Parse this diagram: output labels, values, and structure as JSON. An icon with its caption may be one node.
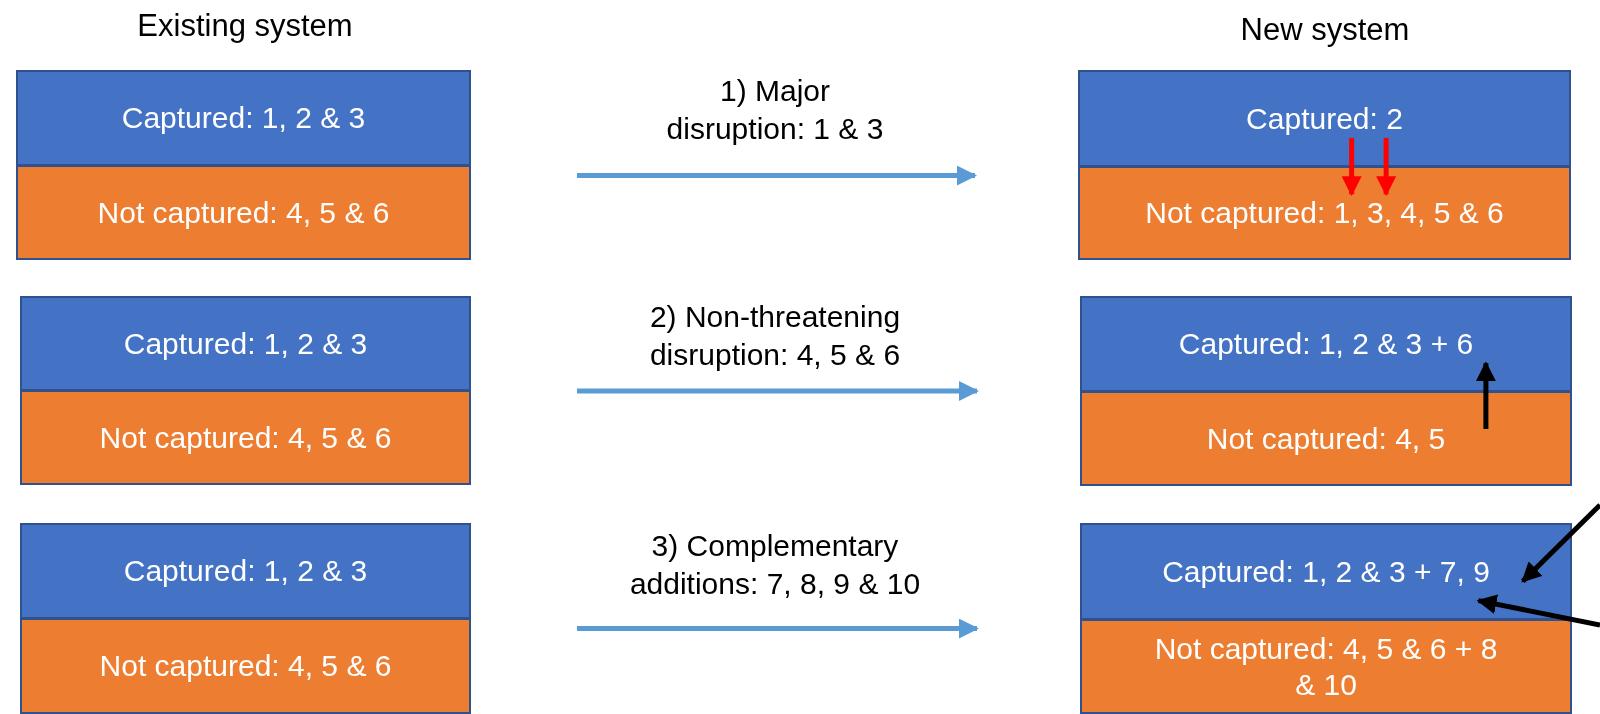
{
  "diagram": {
    "nodes": [
      {
        "text": [
          "Captured: 1, 2 & 3"
        ]
      },
      {
        "text": [
          "Not captured: 4, 5 & 6"
        ]
      },
      {
        "text": [
          "Captured: 1, 2 & 3"
        ]
      },
      {
        "text": [
          "Not captured: 4, 5 & 6"
        ]
      },
      {
        "text": [
          "Captured: 1, 2 & 3"
        ]
      },
      {
        "text": [
          "Not captured: 4, 5 & 6"
        ]
      },
      {
        "text": [
          "Captured: 2"
        ]
      },
      {
        "text": [
          "Not captured: 1, 3, 4, 5 & 6"
        ]
      },
      {
        "text": [
          "Captured: 1, 2 & 3 + 6"
        ]
      },
      {
        "text": [
          "Not captured: 4, 5"
        ]
      },
      {
        "text": [
          "Captured: 1, 2 & 3 + 7, 9"
        ]
      },
      {
        "text": [
          "Not captured: 4, 5 & 6 + 8 & 10"
        ]
      }
    ],
    "edges": [
      {
        "from": 0,
        "to": 6,
        "arrow": "to",
        "label": "1) Major disruption: 1 & 3",
        "color": "#5b9bd5"
      },
      {
        "from": 2,
        "to": 8,
        "arrow": "to",
        "label": "2) Non-threatening disruption: 4, 5 & 6",
        "color": "#5b9bd5"
      },
      {
        "from": 4,
        "to": 10,
        "arrow": "to",
        "label": "3) Complementary additions: 7, 8, 9 & 10",
        "color": "#5b9bd5"
      },
      {
        "from": 6,
        "to": 7,
        "arrow": "to",
        "color": "#ff0000"
      },
      {
        "from": 6,
        "to": 7,
        "arrow": "to",
        "color": "#ff0000"
      },
      {
        "from": 9,
        "to": 8,
        "arrow": "to",
        "color": "#000000"
      },
      {
        "from": null,
        "to": 10,
        "arrow": "to",
        "color": "#000000"
      },
      {
        "from": null,
        "to": 10,
        "arrow": "to",
        "color": "#000000"
      }
    ],
    "labels": [
      "Existing system",
      "New system"
    ]
  }
}
